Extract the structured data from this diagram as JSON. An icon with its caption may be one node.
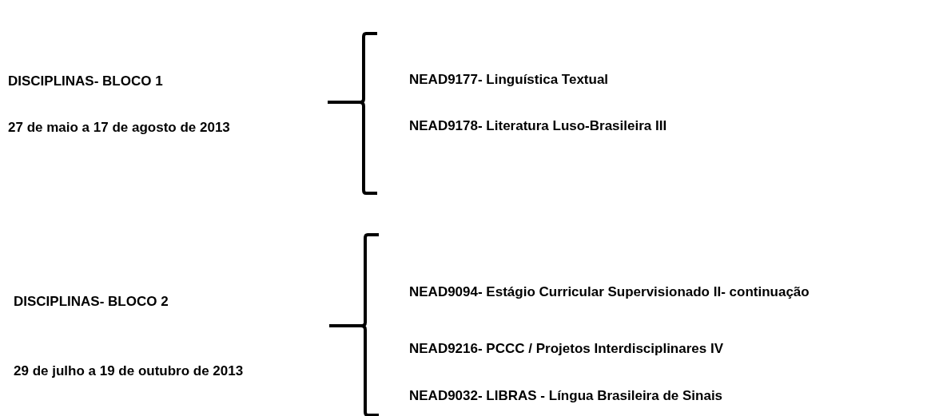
{
  "diagram": {
    "labels": [
      "DISCIPLINAS- BLOCO 1",
      "NEAD9177- Linguística Textual",
      "27 de maio a 17 de agosto de 2013",
      "NEAD9178- Literatura Luso-Brasileira III",
      "NEAD9094- Estágio Curricular Supervisionado II- continuação",
      "DISCIPLINAS- BLOCO 2",
      "NEAD9216- PCCC / Projetos Interdisciplinares IV",
      "29 de julho a 19 de outubro de 2013",
      "NEAD9032- LIBRAS - Língua Brasileira de Sinais"
    ]
  }
}
